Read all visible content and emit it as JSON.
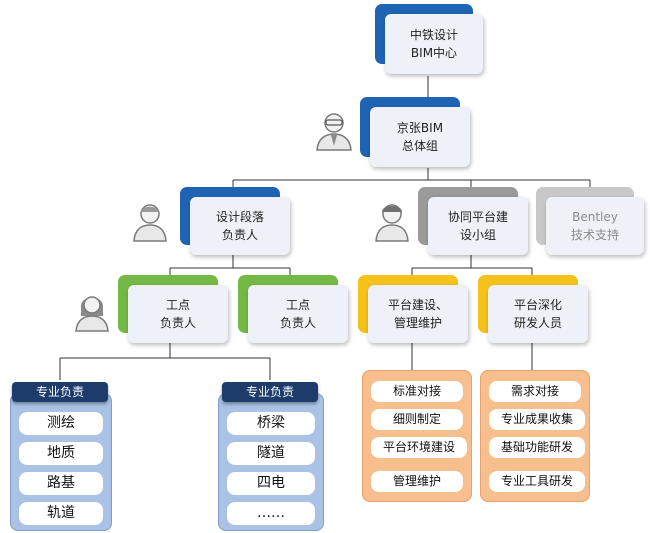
{
  "nodes": {
    "bim_center": "中铁设计\nBIM中心",
    "jingzhang": "京张BIM\n总体组",
    "section_lead": "设计段落\n负责人",
    "platform_group": "协同平台建\n设小组",
    "bentley": "Bentley\n技术支持",
    "work_point_1": "工点\n负责人",
    "work_point_2": "工点\n负责人",
    "platform_build": "平台建设、\n管理维护",
    "platform_deep": "平台深化\n研发人员"
  },
  "panels": {
    "left": {
      "title": "专业负责",
      "items": [
        "测绘",
        "地质",
        "路基",
        "轨道"
      ]
    },
    "middle": {
      "title": "专业负责",
      "items": [
        "桥梁",
        "隧道",
        "四电",
        "……"
      ]
    },
    "platform_tasks": {
      "items": [
        "标准对接",
        "细则制定",
        "平台环境建设",
        "管理维护"
      ]
    },
    "dev_tasks": {
      "items": [
        "需求对接",
        "专业成果收集",
        "基础功能研发",
        "专业工具研发"
      ]
    }
  },
  "colors": {
    "blue_accent": "#1f63b4",
    "gray_accent": "#9a9a9a",
    "light_gray_accent": "#c8c8c8",
    "green_accent": "#74b845",
    "yellow_accent": "#f5c21b",
    "card_fill": "#eef2f8",
    "blue_panel": "#a9c2e6",
    "orange_panel": "#f7bf8e",
    "panel_title": "#1d3b6b"
  },
  "icons": [
    "manager-avatar-icon",
    "leader-avatar-icon",
    "engineer-avatar-icon",
    "female-staff-avatar-icon"
  ]
}
